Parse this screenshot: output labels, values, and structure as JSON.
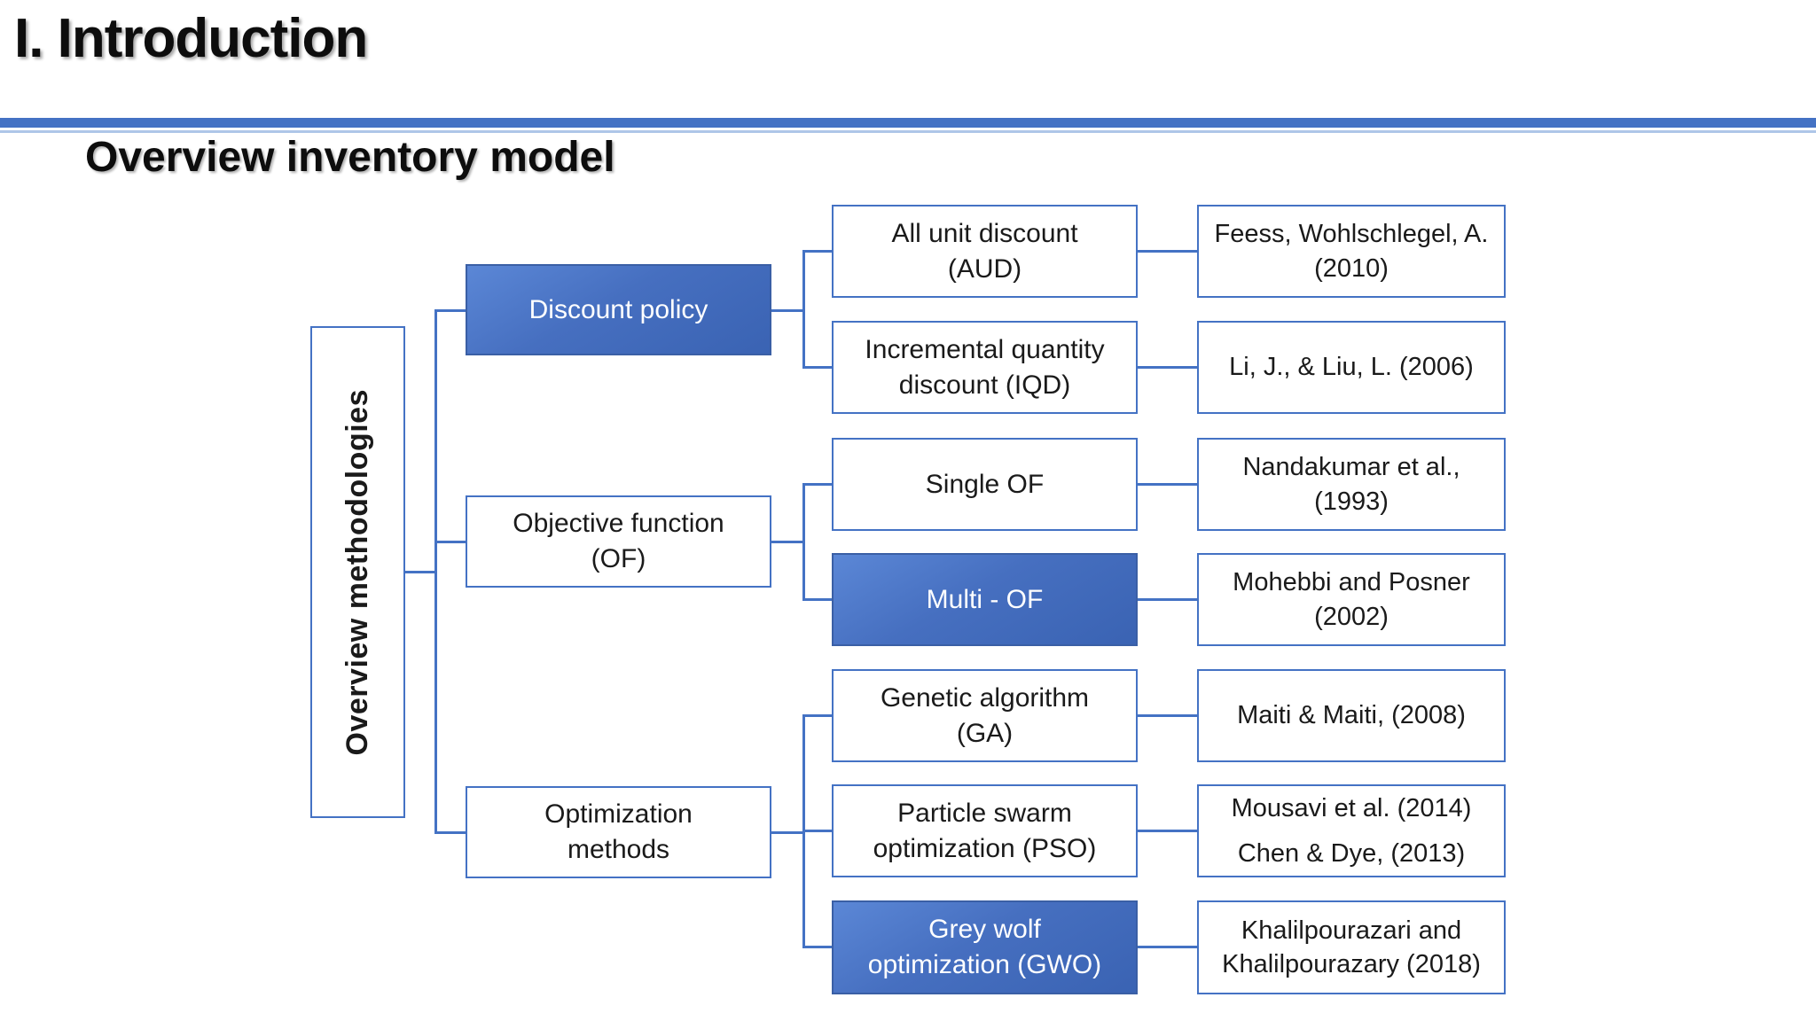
{
  "header": {
    "title": "I. Introduction",
    "subtitle": "Overview inventory model"
  },
  "colors": {
    "accent": "#4472C4",
    "divider_light": "#AEC6E8",
    "highlight_gradient_top": "#5B87D6",
    "highlight_gradient_bottom": "#3A63B3",
    "box_text": "#1A1A1A",
    "highlight_text": "#FFFFFF"
  },
  "diagram": {
    "root_label": "Overview methodologies",
    "branches": [
      {
        "label": "Discount policy",
        "highlighted": true,
        "children": [
          {
            "label": "All unit discount\n(AUD)",
            "highlighted": false,
            "reference": "Feess, Wohlschlegel, A.\n(2010)"
          },
          {
            "label": "Incremental quantity\ndiscount (IQD)",
            "highlighted": false,
            "reference": "Li, J., & Liu, L. (2006)"
          }
        ]
      },
      {
        "label": "Objective function\n(OF)",
        "highlighted": false,
        "children": [
          {
            "label": "Single OF",
            "highlighted": false,
            "reference": "Nandakumar et al.,\n(1993)"
          },
          {
            "label": "Multi - OF",
            "highlighted": true,
            "reference": "Mohebbi and Posner\n(2002)"
          }
        ]
      },
      {
        "label": "Optimization\nmethods",
        "highlighted": false,
        "children": [
          {
            "label": "Genetic algorithm\n(GA)",
            "highlighted": false,
            "reference": "Maiti & Maiti, (2008)"
          },
          {
            "label": "Particle swarm\noptimization (PSO)",
            "highlighted": false,
            "reference": "Mousavi et al. (2014)\nChen & Dye, (2013)"
          },
          {
            "label": "Grey wolf\noptimization (GWO)",
            "highlighted": true,
            "reference": "Khalilpourazari and\nKhalilpourazary (2018)"
          }
        ]
      }
    ]
  }
}
